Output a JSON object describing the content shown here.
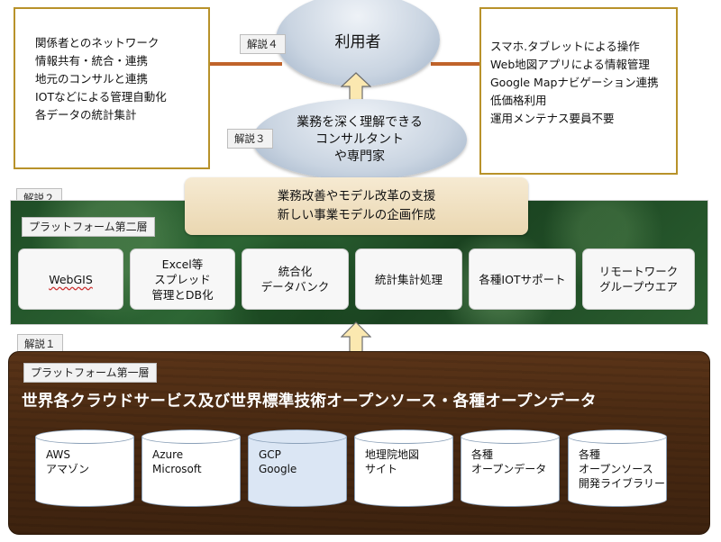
{
  "colors": {
    "note_border": "#b8922a",
    "connector": "#c0632a",
    "ellipse": "#c9d4e1",
    "platform_layer2": "#1f4d26",
    "platform_layer1": "#4a2a12",
    "arrow_fill": "#fbe8b0",
    "arrow_stroke": "#6e6e6e",
    "db_white": "#ffffff",
    "db_blue": "#dbe6f4"
  },
  "left_note": {
    "lines": [
      "関係者とのネットワーク",
      "情報共有・統合・連携",
      "地元のコンサルと連携",
      "IOTなどによる管理自動化",
      "各データの統計集計"
    ]
  },
  "right_note": {
    "lines": [
      "スマホ.タブレットによる操作",
      "Web地図アプリによる情報管理",
      "Google Mapナビゲーション連携",
      "低価格利用",
      "運用メンテナス要員不要"
    ]
  },
  "users": {
    "label": "利用者",
    "tag": "解説４"
  },
  "consultants": {
    "label": "業務を深く理解できる\nコンサルタント\nや専門家",
    "tag": "解説３"
  },
  "layer2": {
    "tag": "解説２",
    "title": "プラットフォーム第二層",
    "support_lines": [
      "業務改善やモデル改革の支援",
      "新しい事業モデルの企画作成"
    ],
    "tools": [
      {
        "label": "WebGIS"
      },
      {
        "label": "Excel等\nスプレッド\n管理とDB化"
      },
      {
        "label": "統合化\nデータバンク"
      },
      {
        "label": "統計集計処理"
      },
      {
        "label": "各種IOTサポート"
      },
      {
        "label": "リモートワーク\nグループウエア"
      }
    ]
  },
  "layer1": {
    "tag": "解説１",
    "title": "プラットフォーム第一層",
    "headline": "世界各クラウドサービス及び世界標準技術オープンソース・各種オープンデータ",
    "databases": [
      {
        "label": "AWS\nアマゾン",
        "fill": "#ffffff"
      },
      {
        "label": "Azure\nMicrosoft",
        "fill": "#ffffff"
      },
      {
        "label": "GCP\nGoogle",
        "fill": "#dbe6f4"
      },
      {
        "label": "地理院地図\nサイト",
        "fill": "#ffffff"
      },
      {
        "label": "各種\nオープンデータ",
        "fill": "#ffffff"
      },
      {
        "label": "各種\nオープンソース\n開発ライブラリー",
        "fill": "#ffffff"
      }
    ]
  }
}
